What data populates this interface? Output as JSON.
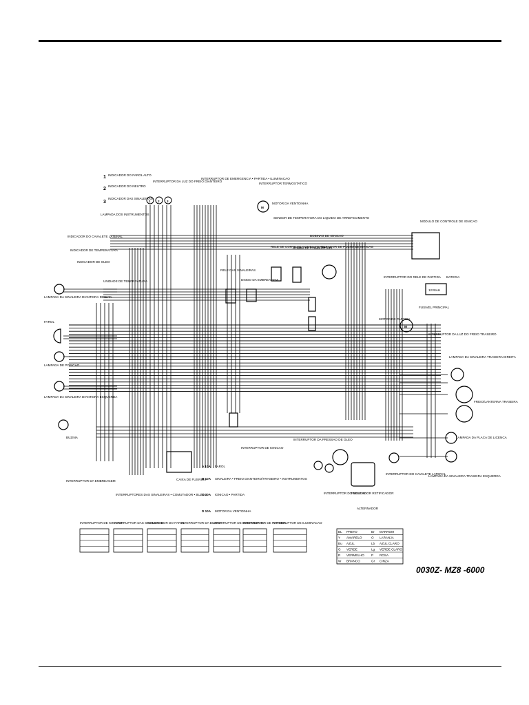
{
  "legend_items": [
    {
      "num": "1",
      "text": "INDICADOR DO FAROL ALTO"
    },
    {
      "num": "2",
      "text": "INDICADOR DO NEUTRO"
    },
    {
      "num": "3",
      "text": "INDICADOR DAS SINALEIRAS"
    }
  ],
  "labels": {
    "lampada_instrumentos": "LAMPADA DOS INSTRUMENTOS",
    "interruptor_luz_freio_diant": "INTERRUPTOR DA LUZ DO FREIO DIANTEIRO",
    "interruptor_emergencia": "INTERRUPTOR DE EMERGENCIA • PARTIDA • ILUMINACAO",
    "interruptor_termostatico": "INTERRUPTOR TERMOSTATICO",
    "motor_ventoinha": "MOTOR DA VENTOINHA",
    "sensor_temperatura": "SENSOR DE TEMPERATURA DO LIQUIDO DE ARREFECIMENTO",
    "modulo_ignicao": "MODULO DE CONTROLE DE IGNICAO",
    "indicador_cavalete": "INDICADOR DO CAVALETE LATERAL",
    "indicador_temperatura": "INDICADOR DE TEMPERATURA",
    "indicador_oleo": "INDICADOR DE OLEO",
    "unidade_temperatura": "UNIDADE DE TEMPERATURA",
    "bobinas_ignicao": "BOBINAS DE IGNICAO",
    "gerador_pulso": "GERADOR DE PULSO DE IGNICAO",
    "rele_corte": "RELE DE CORTE DE COMBUSTIVEL",
    "bomba_combustivel": "BOMBA DE COMBUSTIVEL",
    "rele_sinaleiras": "RELE DAS SINALEIRAS",
    "diodo_embreagem": "DIODO DA EMBREAGEM",
    "interruptor_rele_partida": "INTERRUPTOR DO RELE DE PARTIDA",
    "bateria": "BATERIA",
    "fusivel_principal": "FUSIVEL PRINCIPAL",
    "motor_partida": "MOTOR DE PARTIDA",
    "lampada_sinaleira_diant_dir": "LAMPADA DA SINALEIRA DIANTEIRA DIREITA",
    "farol": "FAROL",
    "lampada_posicao": "LAMPADA DE POSICAO",
    "lampada_sinaleira_diant_esq": "LAMPADA DA SINALEIRA DIANTEIRA ESQUERDA",
    "interruptor_luz_freio_tras": "INTERRUPTOR DA LUZ DO FREIO TRASEIRO",
    "lampada_sinaleira_tras_dir": "LAMPADA DA SINALEIRA TRASEIRA DIREITA",
    "freio_lanterna": "FREIO/LANTERNA TRASEIRA",
    "buzina": "BUZINA",
    "interruptor_ignicao": "INTERRUPTOR DE IGNICAO",
    "interruptor_pressao_oleo": "INTERRUPTOR DA PRESSAO DE OLEO",
    "lampada_placa": "LAMPADA DA PLACA DE LICENCA",
    "interruptor_embreagem": "INTERRUPTOR DA EMBREAGEM",
    "caixa_fusiveis": "CAIXA DE FUSIVEIS",
    "interruptores_sinaleiras": "INTERRUPTORES DAS SINALEIRAS • COMUTADOR • BUZINA",
    "interruptor_neutro": "INTERRUPTOR DO NEUTRO",
    "regulador": "REGULADOR RETIFICADOR",
    "alternador": "ALTERNADOR",
    "interruptor_cavalete": "INTERRUPTOR DO CAVALETE LATERAL",
    "lampada_sinaleira_tras_esq": "LAMPADA DA SINALEIRA TRASEIRA ESQUERDA"
  },
  "fuses": [
    {
      "rating": "A 10A",
      "text": "FAROL"
    },
    {
      "rating": "B 10A",
      "text": "SINALEIRA • FREIO DIANTEIRO/TRASEIRO • INSTRUMENTOS"
    },
    {
      "rating": "C 10A",
      "text": "IGNICAO • PARTIDA"
    },
    {
      "rating": "D 10A",
      "text": "MOTOR DA VENTOINHA"
    }
  ],
  "switch_titles": [
    "INTERRUPTOR DE IGNICAO",
    "INTERRUPTOR DAS SINALEIRAS",
    "COMUTADOR DO FAROL",
    "INTERRUPTOR DA BUZINA",
    "INTERRUPTOR DE EMERGENCIA",
    "INTERRUPTOR DE PARTIDA",
    "INTERRUPTOR DE ILUMINACAO"
  ],
  "color_codes": [
    [
      "BL",
      "PRETO",
      "Br",
      "MARROM"
    ],
    [
      "Y",
      "AMARELO",
      "O",
      "LARANJA"
    ],
    [
      "Bu",
      "AZUL",
      "Lb",
      "AZUL CLARO"
    ],
    [
      "G",
      "VERDE",
      "Lg",
      "VERDE CLARO"
    ],
    [
      "R",
      "VERMELHO",
      "P",
      "ROSA"
    ],
    [
      "W",
      "BRANCO",
      "Gr",
      "CINZA"
    ]
  ],
  "drawing_code": "0030Z- MZ8 -6000"
}
